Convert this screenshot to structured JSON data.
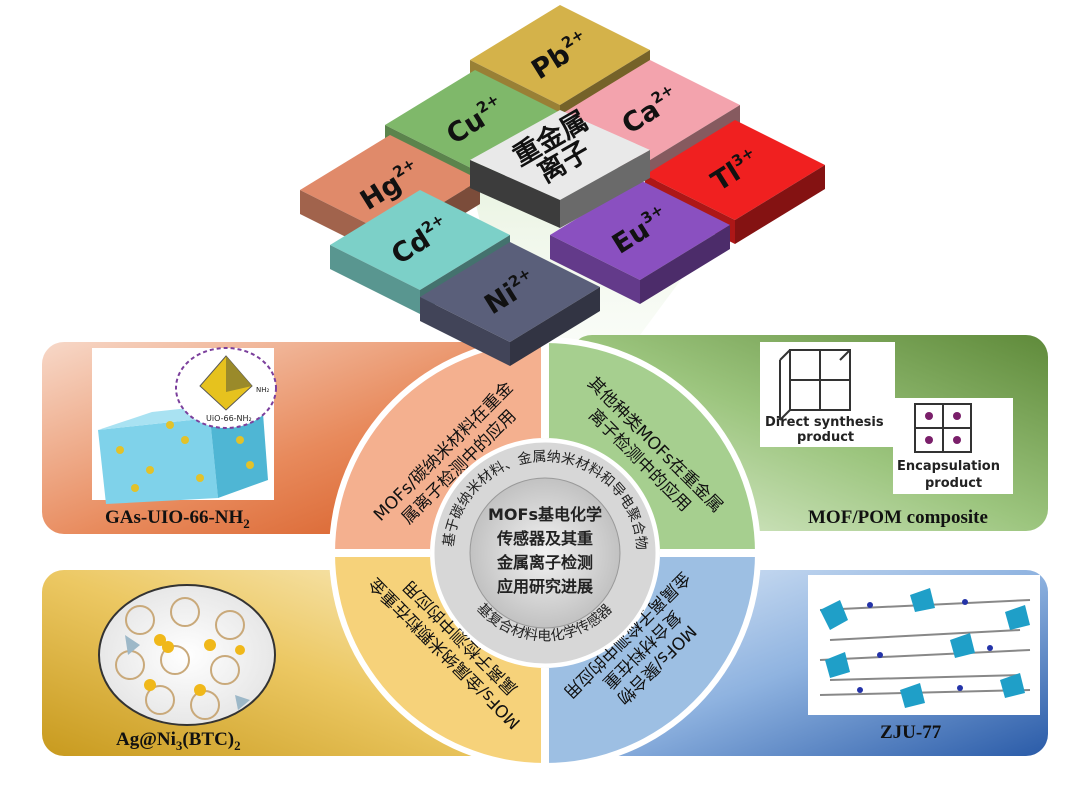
{
  "metal_ions": [
    {
      "base": "Pb",
      "charge": "2+",
      "color": "#d4b24a"
    },
    {
      "base": "Cu",
      "charge": "2+",
      "color": "#7fb86a"
    },
    {
      "base": "Ca",
      "charge": "2+",
      "color": "#f3a3ad"
    },
    {
      "base": "Hg",
      "charge": "2+",
      "color": "#e08a6a"
    },
    {
      "base": "Tl",
      "charge": "3+",
      "color": "#f02020"
    },
    {
      "base": "Cd",
      "charge": "2+",
      "color": "#7cd0c8"
    },
    {
      "base": "Eu",
      "charge": "3+",
      "color": "#8a50c0"
    },
    {
      "base": "Ni",
      "charge": "2+",
      "color": "#5a5f7a"
    }
  ],
  "center_tile": {
    "lines": [
      "重金属",
      "离子"
    ],
    "color": "#777"
  },
  "center": {
    "lines": [
      "MOFs基电化学",
      "传感器及其重",
      "金属离子检测",
      "应用研究进展"
    ]
  },
  "ring_text": {
    "top": "基于碳纳米材料、金属纳米材料和导电聚合物的MOFs",
    "bottom": "基复合材料电化学传感器"
  },
  "arcs": {
    "tl": {
      "lines": [
        "MOFs/碳纳米材料在重金",
        "属离子检测中的应用"
      ],
      "color": "#f4b08f"
    },
    "tr": {
      "lines": [
        "其他种类MOFs在重金属",
        "离子检测中的应用"
      ],
      "color": "#a6cf8f"
    },
    "bl": {
      "lines": [
        "MOFs/金属纳米颗粒在重金",
        "属离子检测中的应用"
      ],
      "color": "#f6d27a"
    },
    "br": {
      "lines": [
        "MOFs/聚合物",
        "复合材料在重",
        "金属离子检测中的应用"
      ],
      "color": "#9dbfe3"
    }
  },
  "panels": {
    "tl": {
      "label_main": "GAs-UIO-66-NH",
      "label_sub": "2",
      "inset_label": "UiO-66-NH₂",
      "group_label": "NH₂",
      "color": "#d4561e"
    },
    "tr": {
      "label": "MOF/POM composite",
      "direct": [
        "Direct synthesis",
        "product"
      ],
      "encap": [
        "Encapsulation",
        "product"
      ],
      "color": "#5f8a3a"
    },
    "bl": {
      "label_main": "Ag@Ni",
      "label_sub": "3",
      "label_tail": "(BTC)",
      "label_sub2": "2",
      "color": "#c89a1e"
    },
    "br": {
      "label": "ZJU-77",
      "color": "#2a5ba8"
    }
  }
}
